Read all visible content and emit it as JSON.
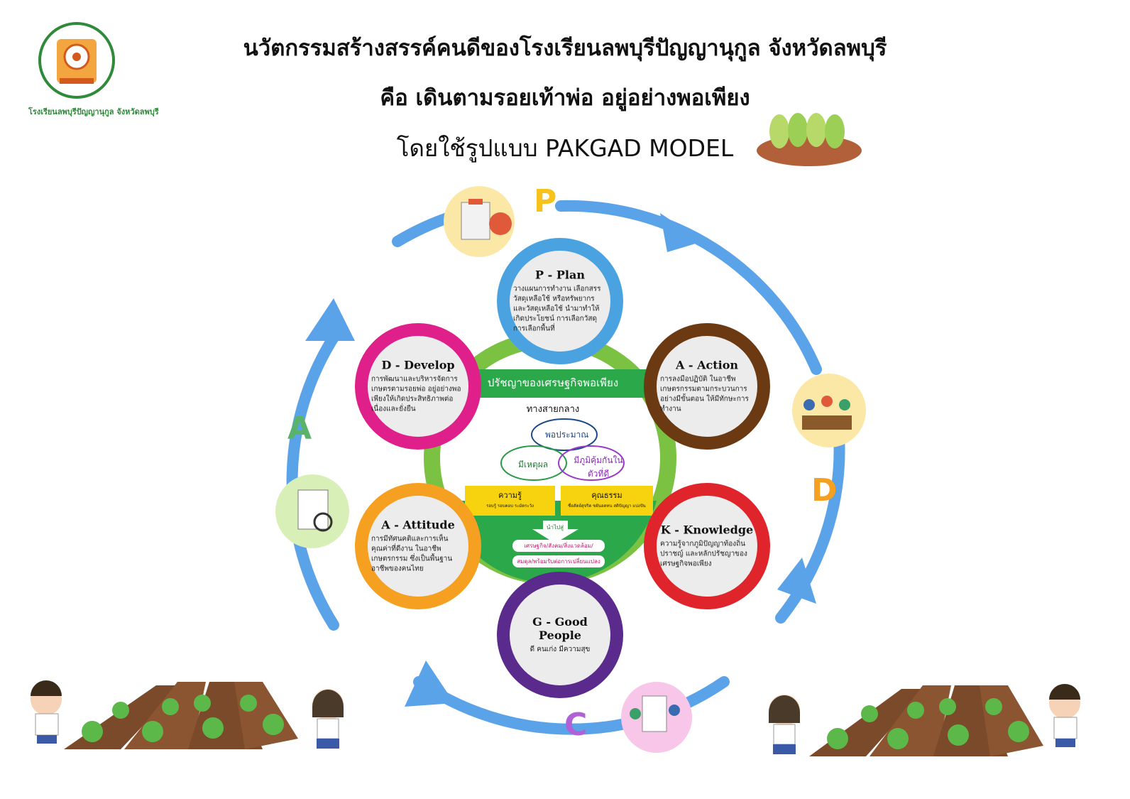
{
  "header": {
    "line1": "นวัตกรรมสร้างสรรค์คนดีของโรงเรียนลพบุรีปัญญานุกูล จังหวัดลพบุรี",
    "line2": "คือ เดินตามรอยเท้าพ่อ อยู่อย่างพอเพียง",
    "line3": "โดยใช้รูปแบบ PAKGAD MODEL"
  },
  "logo": {
    "text": "โรงเรียนลพบุรีปัญญานุกูล จังหวัดลพบุรี"
  },
  "cycle_letters": [
    "P",
    "D",
    "C",
    "A"
  ],
  "petals": [
    {
      "title": "P - Plan",
      "text": "วางแผนการทำงาน เลือกสรรวัสดุเหลือใช้ หรือทรัพยากรและวัสดุเหลือใช้ นำมาทำให้เกิดประโยชน์ การเลือกวัสดุ การเลือกพื้นที่",
      "color": "#4aa3e0"
    },
    {
      "title": "A - Action",
      "text": "การลงมือปฏิบัติ ในอาชีพเกษตรกรรมตามกระบวนการอย่างมีขั้นตอน ให้มีทักษะการทำงาน",
      "color": "#6b3a12"
    },
    {
      "title": "K - Knowledge",
      "text": "ความรู้จากภูมิปัญญาท้องถิ่น ปราชญ์ และหลักปรัชญาของเศรษฐกิจพอเพียง",
      "color": "#e0242b"
    },
    {
      "title": "G - Good People",
      "text": "ดี คนเก่ง มีความสุข",
      "color": "#5a2a8c"
    },
    {
      "title": "A - Attitude",
      "text": "การมีทัศนคติและการเห็นคุณค่าที่ดีงาน ในอาชีพเกษตรกรรม ซึ่งเป็นพื้นฐานอาชีพของคนไทย",
      "color": "#f5a020"
    },
    {
      "title": "D - Develop",
      "text": "การพัฒนาและบริหารจัดการเกษตรตามรอยพ่อ อยู่อย่างพอเพียงให้เกิดประสิทธิภาพต่อเนื่องและยั่งยืน",
      "color": "#e0208a"
    }
  ],
  "center": {
    "title": "ปรัชญาของเศรษฐกิจพอเพียง",
    "middle_way": "ทางสายกลาง",
    "venn": [
      "พอประมาณ",
      "มีเหตุผล",
      "มีภูมิคุ้มกันในตัวที่ดี"
    ],
    "knowledge_box": {
      "title": "ความรู้",
      "sub": "รอบรู้ รอบคอบ ระมัดระวัง"
    },
    "virtue_box": {
      "title": "คุณธรรม",
      "sub": "ซื่อสัตย์สุจริต ขยันอดทน สติปัญญา แบ่งปัน"
    },
    "leads_to": "นำไปสู่",
    "outcome1": "เศรษฐกิจ/สังคม/สิ่งแวดล้อม/วัฒนธรรม",
    "outcome2": "สมดุล/พร้อมรับต่อการเปลี่ยนแปลง"
  },
  "colors": {
    "cycle_blue": "#5ba3e8",
    "center_green": "#7bc142",
    "center_dark_green": "#2aa84a",
    "p_letter": "#f8c21c",
    "d_letter": "#f5a020",
    "c_letter": "#b061d8",
    "a_letter": "#59b36a"
  }
}
